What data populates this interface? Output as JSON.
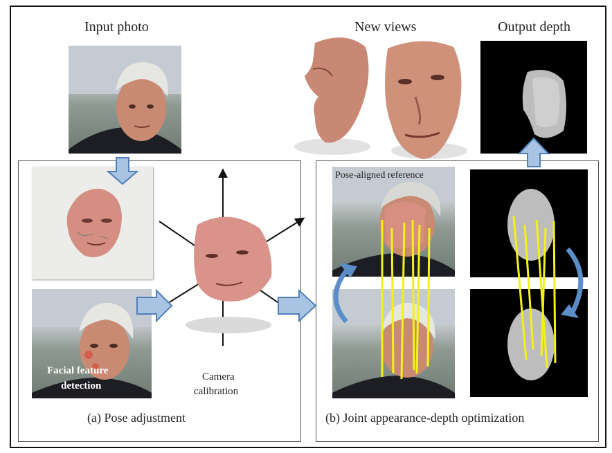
{
  "labels": {
    "input_photo": "Input photo",
    "new_views": "New views",
    "output_depth": "Output depth",
    "pose_aligned_reference": "Pose-aligned reference",
    "facial_feature_detection_1": "Facial feature",
    "facial_feature_detection_2": "detection",
    "camera_calibration_1": "Camera",
    "camera_calibration_2": "calibration",
    "pose_adjustment": "(a) Pose adjustment",
    "joint_optimization": "(b) Joint appearance-depth optimization"
  },
  "colors": {
    "arrow_fill": "#a9c4e3",
    "arrow_stroke": "#4f7fb8",
    "correspondence_line": "#f2f21a",
    "skin": "#d99a86"
  }
}
